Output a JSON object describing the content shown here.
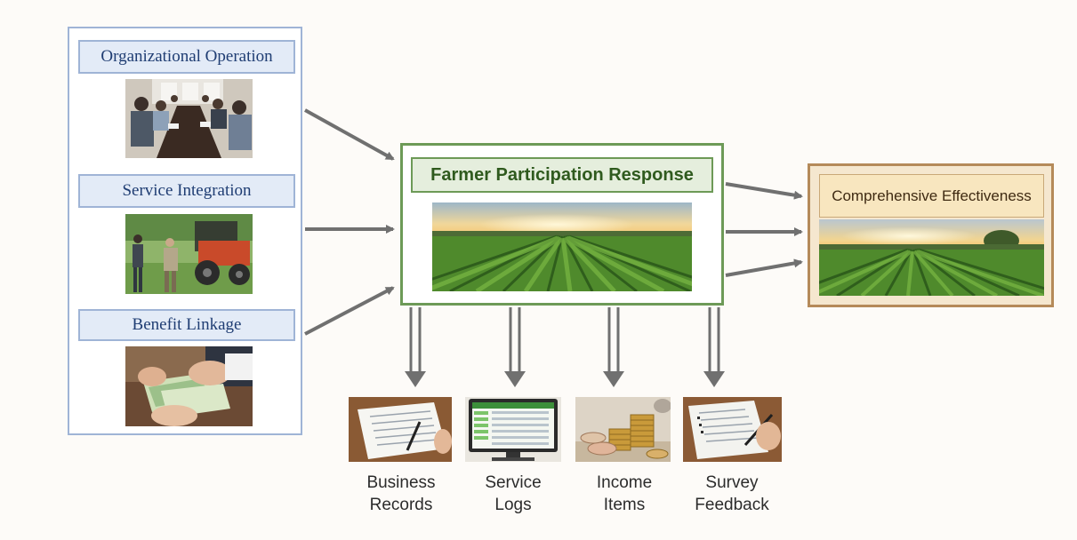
{
  "left": {
    "items": [
      {
        "label": "Organizational Operation",
        "photo": "meeting-photo"
      },
      {
        "label": "Service Integration",
        "photo": "tractor-field-photo"
      },
      {
        "label": "Benefit Linkage",
        "photo": "cash-exchange-photo"
      }
    ]
  },
  "center": {
    "label": "Farmer Participation Response",
    "photo": "crop-field-sunrise-photo"
  },
  "right": {
    "label": "Comprehensive Effectiveness",
    "photo": "crop-field-sunset-photo"
  },
  "outputs": [
    {
      "line1": "Business",
      "line2": "Records",
      "photo": "clipboard-records-photo"
    },
    {
      "line1": "Service",
      "line2": "Logs",
      "photo": "monitor-logs-photo"
    },
    {
      "line1": "Income",
      "line2": "Items",
      "photo": "coins-photo"
    },
    {
      "line1": "Survey",
      "line2": "Feedback",
      "photo": "survey-form-photo"
    }
  ],
  "colors": {
    "left_border": "#9fb4d6",
    "center_border": "#6d9a57",
    "right_border": "#b58a5a",
    "arrow": "#707070"
  }
}
